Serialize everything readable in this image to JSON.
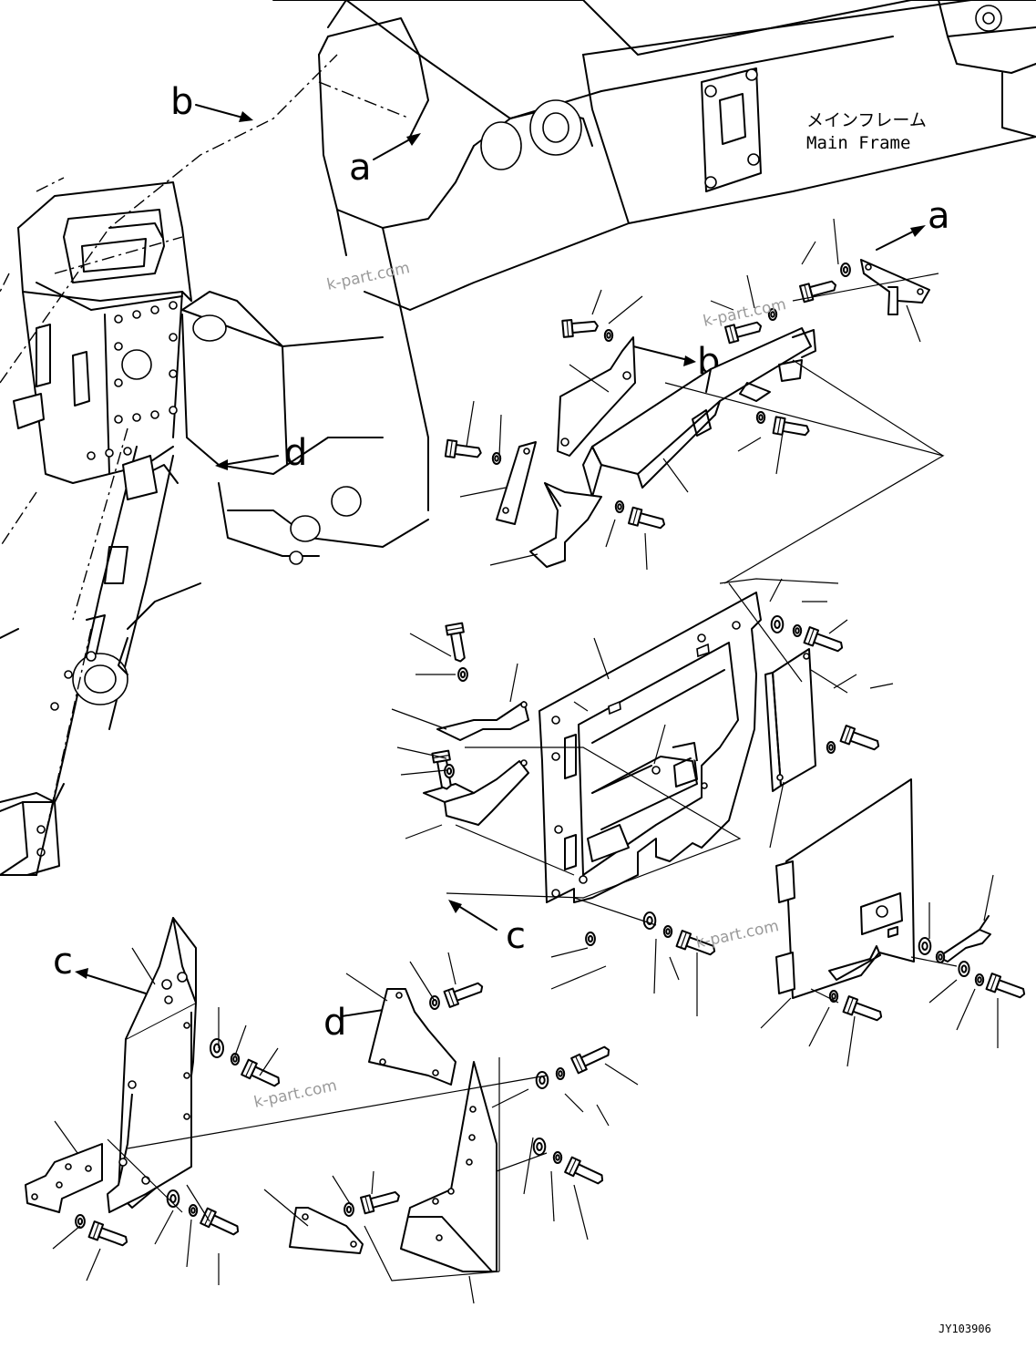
{
  "frame_label": {
    "japanese": "メインフレーム",
    "english": "Main Frame"
  },
  "reference_letters": {
    "a": "a",
    "b": "b",
    "c": "c",
    "d": "d"
  },
  "watermark": "k-part.com",
  "drawing_code": "JY103906"
}
